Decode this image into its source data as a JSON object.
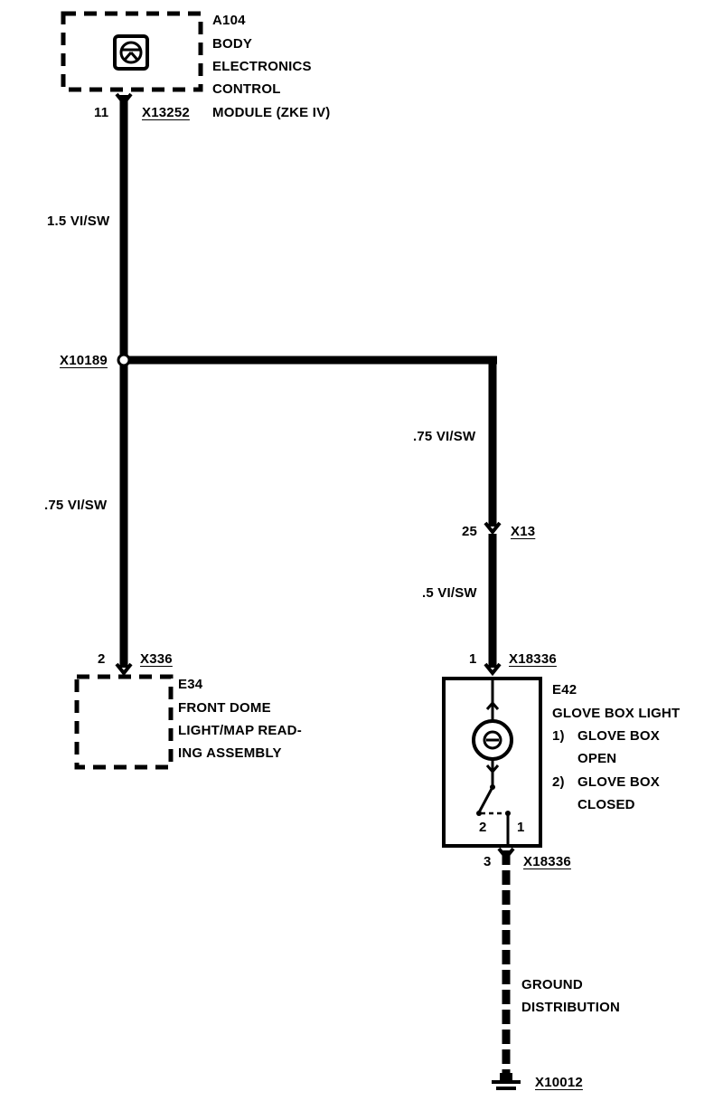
{
  "module_a104": {
    "id": "A104",
    "lines": [
      "BODY",
      "ELECTRONICS",
      "CONTROL",
      "MODULE (ZKE IV)"
    ],
    "pin": "11",
    "connector": "X13252"
  },
  "wires": {
    "main_feed": "1.5 VI/SW",
    "branch_right": ".75 VI/SW",
    "branch_left": ".75 VI/SW",
    "glove_feed": ".5 VI/SW"
  },
  "splice": "X10189",
  "connector_x13": {
    "pin": "25",
    "name": "X13"
  },
  "dome_light": {
    "pin": "2",
    "connector": "X336",
    "id": "E34",
    "lines": [
      "FRONT DOME",
      "LIGHT/MAP READ-",
      "ING ASSEMBLY"
    ]
  },
  "glove_box_light": {
    "pin_in": "1",
    "connector_in": "X18336",
    "id": "E42",
    "title": "GLOVE BOX LIGHT",
    "legend": [
      {
        "num": "1)",
        "lines": [
          "GLOVE BOX",
          "OPEN"
        ]
      },
      {
        "num": "2)",
        "lines": [
          "GLOVE BOX",
          "CLOSED"
        ]
      }
    ],
    "switch_pos_2": "2",
    "switch_pos_1": "1",
    "pin_out": "3",
    "connector_out": "X18336"
  },
  "ground": {
    "lines": [
      "GROUND",
      "DISTRIBUTION"
    ],
    "point": "X10012"
  }
}
